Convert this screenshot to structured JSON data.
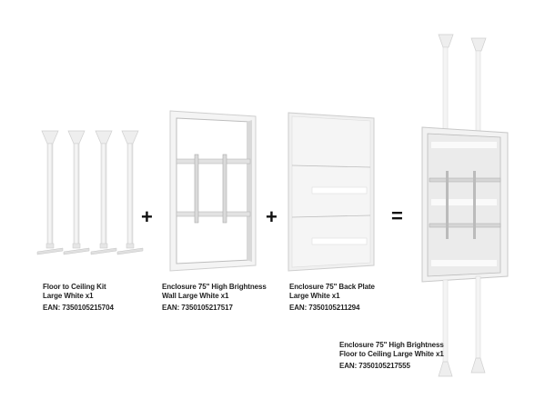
{
  "operators": {
    "plus1": "+",
    "plus2": "+",
    "equals": "="
  },
  "products": [
    {
      "name_line1": "Floor to Ceiling Kit",
      "name_line2": "Large White x1",
      "ean": "EAN: 7350105215704",
      "illustration": "four-floor-to-ceiling-poles"
    },
    {
      "name_line1": "Enclosure 75\" High Brightness",
      "name_line2": "Wall Large White x1",
      "ean": "EAN: 7350105217517",
      "illustration": "enclosure-frame-with-vesa-bracket"
    },
    {
      "name_line1": "Enclosure 75\" Back Plate",
      "name_line2": "Large White x1",
      "ean": "EAN: 7350105211294",
      "illustration": "back-plate-panel"
    }
  ],
  "result": {
    "name_line1": "Enclosure 75\" High Brightness",
    "name_line2": "Floor to Ceiling Large White x1",
    "ean": "EAN: 7350105217555",
    "illustration": "assembled-floor-to-ceiling-enclosure"
  },
  "colors": {
    "background": "#ffffff",
    "product_white": "#f2f2f2",
    "product_shade": "#d6d6d6",
    "text": "#222222"
  }
}
